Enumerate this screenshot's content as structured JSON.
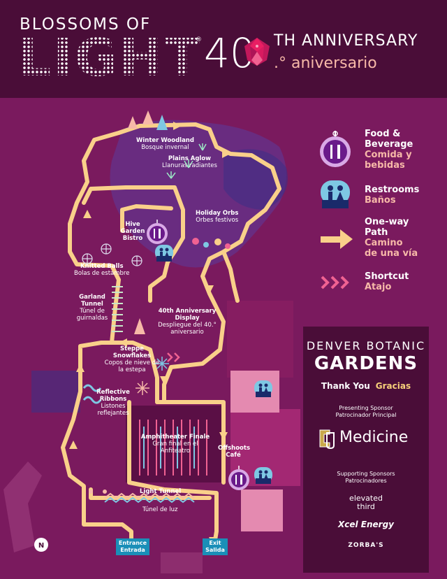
{
  "header": {
    "title_top": "BLOSSOMS OF",
    "title_main": "LIGHT",
    "registered": "®",
    "anniversary_number": "40",
    "anniversary_en": "TH ANNIVERSARY",
    "anniversary_es": ".° aniversario"
  },
  "colors": {
    "background": "#7a1a5e",
    "header": "#4a0d38",
    "path": "#f9d08a",
    "accent_pink": "#f7b9a8",
    "gate_blue": "#1a8fb8"
  },
  "map": {
    "stops": [
      {
        "en": "Winter Woodland",
        "es": "Bosque invernal"
      },
      {
        "en": "Plains Aglow",
        "es": "Llanuras radiantes"
      },
      {
        "en": "Holiday Orbs",
        "es": "Orbes festivos"
      },
      {
        "en": "Hive Garden Bistro",
        "es": ""
      },
      {
        "en": "Knitted Balls",
        "es": "Bolas de estambre"
      },
      {
        "en": "Garland Tunnel",
        "es": "Túnel de guirnaldas"
      },
      {
        "en": "40th Anniversary Display",
        "es": "Despliegue del 40.° aniversario"
      },
      {
        "en": "Steppe Snowflakes",
        "es": "Copos de nieve de la estepa"
      },
      {
        "en": "Reflective Ribbons",
        "es": "Listones reflejantes"
      },
      {
        "en": "Amphitheater Finale",
        "es": "Gran final en el Anfiteatro"
      },
      {
        "en": "Offshoots Café",
        "es": ""
      },
      {
        "en": "Light Tunnel",
        "es": "Túnel de luz"
      }
    ],
    "entrance": {
      "en": "Entrance",
      "es": "Entrada"
    },
    "exit": {
      "en": "Exit",
      "es": "Salida"
    },
    "north_icon": "north-arrow-icon"
  },
  "legend": {
    "food": {
      "en1": "Food &",
      "en2": "Beverage",
      "es1": "Comida y",
      "es2": "bebidas",
      "icon": "fork-knife-icon"
    },
    "restrooms": {
      "en": "Restrooms",
      "es": "Baños",
      "icon": "restroom-icon"
    },
    "oneway": {
      "en1": "One-way",
      "en2": "Path",
      "es1": "Camino",
      "es2": "de una vía",
      "icon": "arrow-right-icon"
    },
    "shortcut": {
      "en": "Shortcut",
      "es": "Atajo",
      "icon": "chevrons-right-icon"
    }
  },
  "sponsors": {
    "org_line1": "DENVER BOTANIC",
    "org_line2": "GARDENS",
    "thanks_en": "Thank You",
    "thanks_es": "Gracias",
    "presenting_en": "Presenting Sponsor",
    "presenting_es": "Patrocinador Principal",
    "presenting_name": "Medicine",
    "supporting_en": "Supporting Sponsors",
    "supporting_es": "Patrocinadores",
    "sponsor_1a": "elevated",
    "sponsor_1b": "third",
    "sponsor_2": "Xcel Energy",
    "sponsor_3": "ZORBA'S"
  }
}
